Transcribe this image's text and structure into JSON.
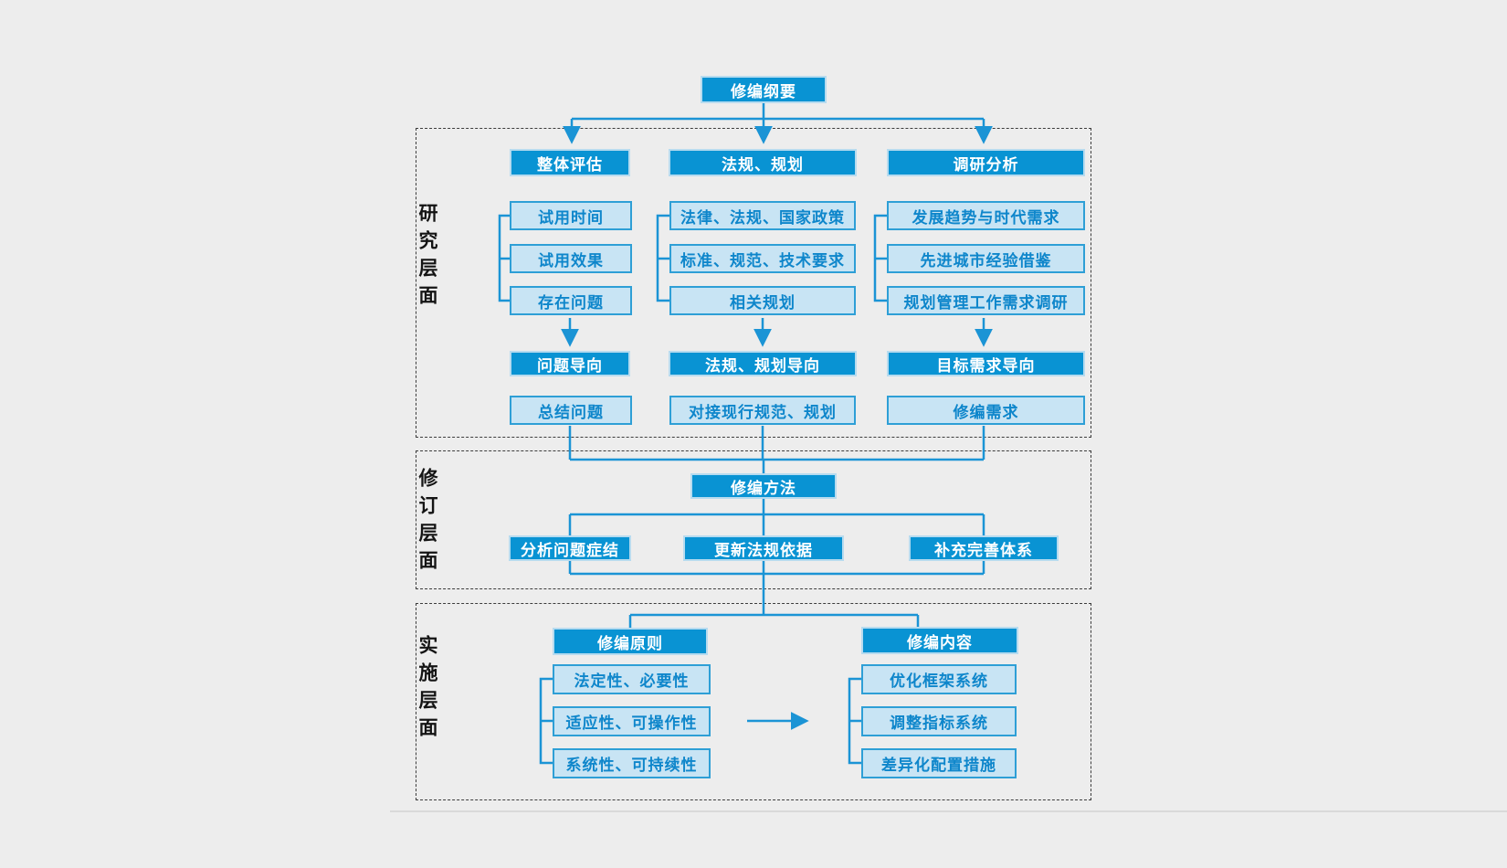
{
  "colors": {
    "background": "#ededed",
    "dark_node_fill": "#0993d3",
    "dark_node_text": "#ffffff",
    "light_node_fill": "#c8e4f4",
    "light_node_border": "#2e9fd6",
    "light_node_text": "#0e86cb",
    "connector": "#1b94d5",
    "section_border": "#3c3c3c",
    "section_label_text": "#141414"
  },
  "root": {
    "label": "修编纲要"
  },
  "sections": [
    {
      "label": "研究层面",
      "columns": [
        {
          "header": "整体评估",
          "items": [
            "试用时间",
            "试用效果",
            "存在问题"
          ],
          "outcome": "问题导向",
          "result": "总结问题"
        },
        {
          "header": "法规、规划",
          "items": [
            "法律、法规、国家政策",
            "标准、规范、技术要求",
            "相关规划"
          ],
          "outcome": "法规、规划导向",
          "result": "对接现行规范、规划"
        },
        {
          "header": "调研分析",
          "items": [
            "发展趋势与时代需求",
            "先进城市经验借鉴",
            "规划管理工作需求调研"
          ],
          "outcome": "目标需求导向",
          "result": "修编需求"
        }
      ]
    },
    {
      "label": "修订层面",
      "hub": "修编方法",
      "branches": [
        "分析问题症结",
        "更新法规依据",
        "补充完善体系"
      ]
    },
    {
      "label": "实施层面",
      "left": {
        "header": "修编原则",
        "items": [
          "法定性、必要性",
          "适应性、可操作性",
          "系统性、可持续性"
        ]
      },
      "right": {
        "header": "修编内容",
        "items": [
          "优化框架系统",
          "调整指标系统",
          "差异化配置措施"
        ]
      }
    }
  ]
}
